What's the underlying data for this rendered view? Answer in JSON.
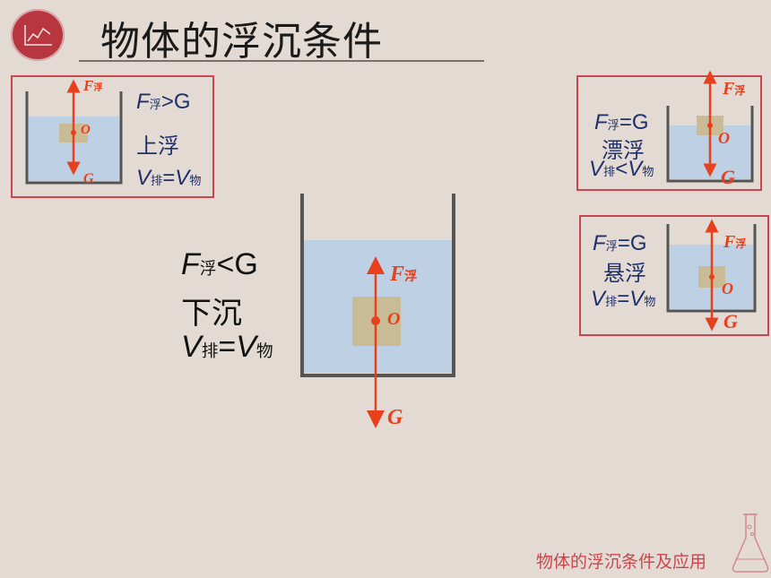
{
  "title": "物体的浮沉条件",
  "footer": "物体的浮沉条件及应用",
  "icons": {
    "logo": "chart-line-icon",
    "flask": "flask-icon"
  },
  "colors": {
    "force": "#e8401c",
    "panel_border": "#c8474d",
    "water": "#bed0e3",
    "object": "#c9bb96",
    "text": "#1f2f6b"
  },
  "labels": {
    "buoyancy": "F",
    "buoyancy_sub": "浮",
    "gravity": "G",
    "center": "O",
    "v": "V",
    "pai": "排",
    "wu": "物"
  },
  "cases": {
    "rise": {
      "relation": ">G",
      "state": "上浮",
      "volume_rel": "="
    },
    "sink": {
      "relation": "<G",
      "state": "下沉",
      "volume_rel": "="
    },
    "float": {
      "relation": "=G",
      "state": "漂浮",
      "volume_rel": "<"
    },
    "suspend": {
      "relation": "=G",
      "state": "悬浮",
      "volume_rel": "="
    }
  }
}
